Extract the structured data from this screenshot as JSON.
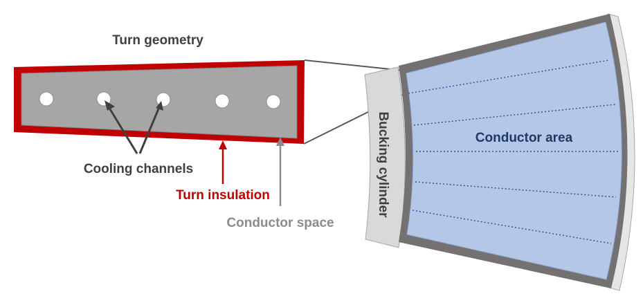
{
  "labels": {
    "turn_geometry": "Turn geometry",
    "cooling_channels": "Cooling channels",
    "turn_insulation": "Turn insulation",
    "conductor_space": "Conductor space",
    "bucking_cylinder": "Bucking cylinder",
    "conductor_area": "Conductor area"
  },
  "colors": {
    "insulation": "#c00000",
    "conductor_space": "#a6a6a6",
    "conductor_area_fill": "#b4c7e7",
    "conductor_area_text": "#1f3864",
    "dotted_lines": "#2f5597",
    "bucking_cylinder_fill": "#d9d9d9",
    "dark_gray": "#767171",
    "label_dark": "#404040",
    "label_gray": "#8c8c8c"
  }
}
